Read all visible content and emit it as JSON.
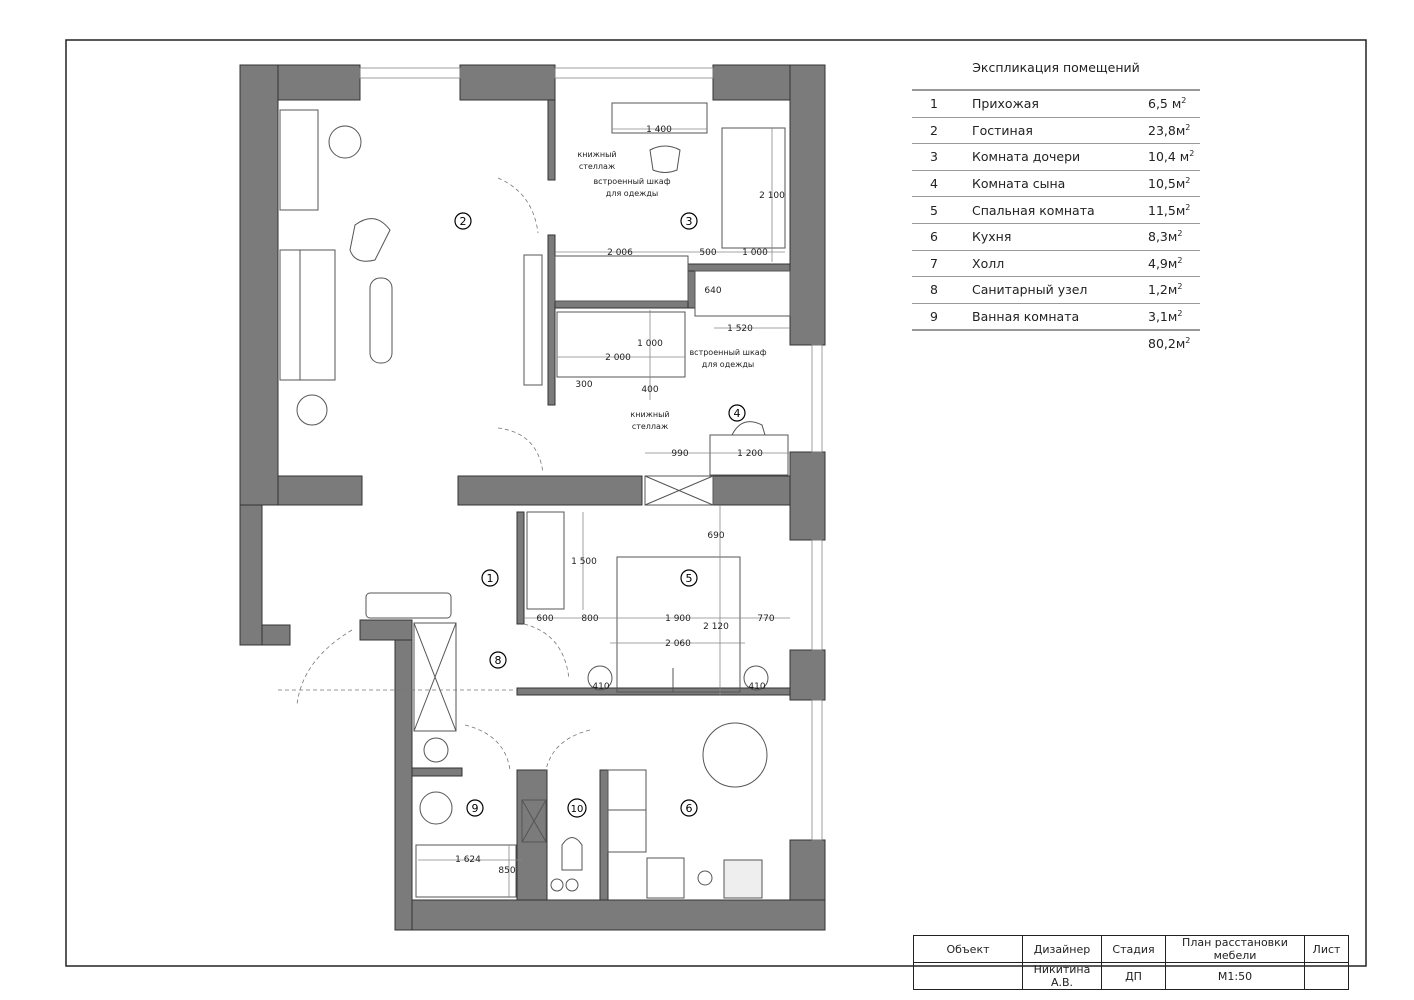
{
  "explication": {
    "title": "Экспликация помещений",
    "rows": [
      {
        "num": "1",
        "name": "Прихожая",
        "area": "6,5 м",
        "sup": "2"
      },
      {
        "num": "2",
        "name": "Гостиная",
        "area": "23,8м",
        "sup": "2"
      },
      {
        "num": "3",
        "name": "Комната дочери",
        "area": "10,4 м",
        "sup": "2"
      },
      {
        "num": "4",
        "name": "Комната сына",
        "area": "10,5м",
        "sup": "2"
      },
      {
        "num": "5",
        "name": "Спальная комната",
        "area": "11,5м",
        "sup": "2"
      },
      {
        "num": "6",
        "name": "Кухня",
        "area": "8,3м",
        "sup": "2"
      },
      {
        "num": "7",
        "name": "Холл",
        "area": "4,9м",
        "sup": "2"
      },
      {
        "num": "8",
        "name": "Санитарный узел",
        "area": "1,2м",
        "sup": "2"
      },
      {
        "num": "9",
        "name": "Ванная комната",
        "area": "3,1м",
        "sup": "2"
      }
    ],
    "total": "80,2м",
    "total_sup": "2"
  },
  "title_block": {
    "object_label": "Объект",
    "designer_label": "Дизайнер",
    "designer": "Никитина А.В.",
    "stage_label": "Стадия",
    "stage": "ДП",
    "sheet_title": "План расстановки мебели",
    "scale": "М1:50",
    "sheet_label": "Лист"
  },
  "plan": {
    "room_numbers": [
      "1",
      "2",
      "3",
      "4",
      "5",
      "6",
      "8",
      "9",
      "10"
    ],
    "dimensions": [
      "1 400",
      "2 100",
      "2 006",
      "500",
      "1 000",
      "640",
      "1 520",
      "1 000",
      "2 000",
      "300",
      "400",
      "990",
      "1 200",
      "690",
      "1 500",
      "600",
      "800",
      "1 900",
      "770",
      "2 120",
      "2 060",
      "410",
      "410",
      "1 624",
      "850"
    ],
    "notes": {
      "shelf": "книжный стеллаж",
      "shelf_1": "книжный",
      "shelf_2": "стеллаж",
      "wardrobe_1": "встроенный шкаф",
      "wardrobe_2": "для одежды"
    }
  }
}
